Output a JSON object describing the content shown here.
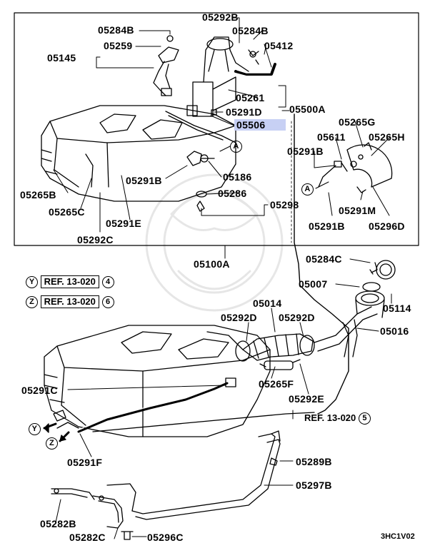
{
  "labels": {
    "p05292B_top": "05292B",
    "p05284B_left": "05284B",
    "p05284B_right": "05284B",
    "p05259": "05259",
    "p05412": "05412",
    "p05145": "05145",
    "p05261": "05261",
    "p05500A": "05500A",
    "p05291D": "05291D",
    "p05506": "05506",
    "p05265G": "05265G",
    "p05611": "05611",
    "p05265H": "05265H",
    "p05291B_a": "05291B",
    "p05291B_b": "05291B",
    "p05186": "05186",
    "p05286": "05286",
    "p05298": "05298",
    "p05265B": "05265B",
    "p05265C": "05265C",
    "p05291E": "05291E",
    "p05292C": "05292C",
    "p05291M": "05291M",
    "p05291B_c": "05291B",
    "p05296D": "05296D",
    "p05100A": "05100A",
    "p05284C": "05284C",
    "p05007": "05007",
    "p05114": "05114",
    "p05014": "05014",
    "p05292D_a": "05292D",
    "p05292D_b": "05292D",
    "p05016": "05016",
    "p05291C": "05291C",
    "p05265F": "05265F",
    "p05292E": "05292E",
    "p05291F": "05291F",
    "p05289B": "05289B",
    "p05297B": "05297B",
    "p05282B": "05282B",
    "p05282C": "05282C",
    "p05296C": "05296C"
  },
  "refs": {
    "ref_y": {
      "marker": "Y",
      "text": "REF. 13-020",
      "num": "4"
    },
    "ref_z": {
      "marker": "Z",
      "text": "REF. 13-020",
      "num": "6"
    },
    "ref_5": {
      "text": "REF. 13-020",
      "num": "5"
    }
  },
  "markers": {
    "a_top": "A",
    "a_right": "A",
    "y_arrow": "Y",
    "z_arrow": "Z"
  },
  "drawing_code": "3HC1V02",
  "colors": {
    "highlight": "#c7d0f4",
    "ink": "#000000"
  }
}
